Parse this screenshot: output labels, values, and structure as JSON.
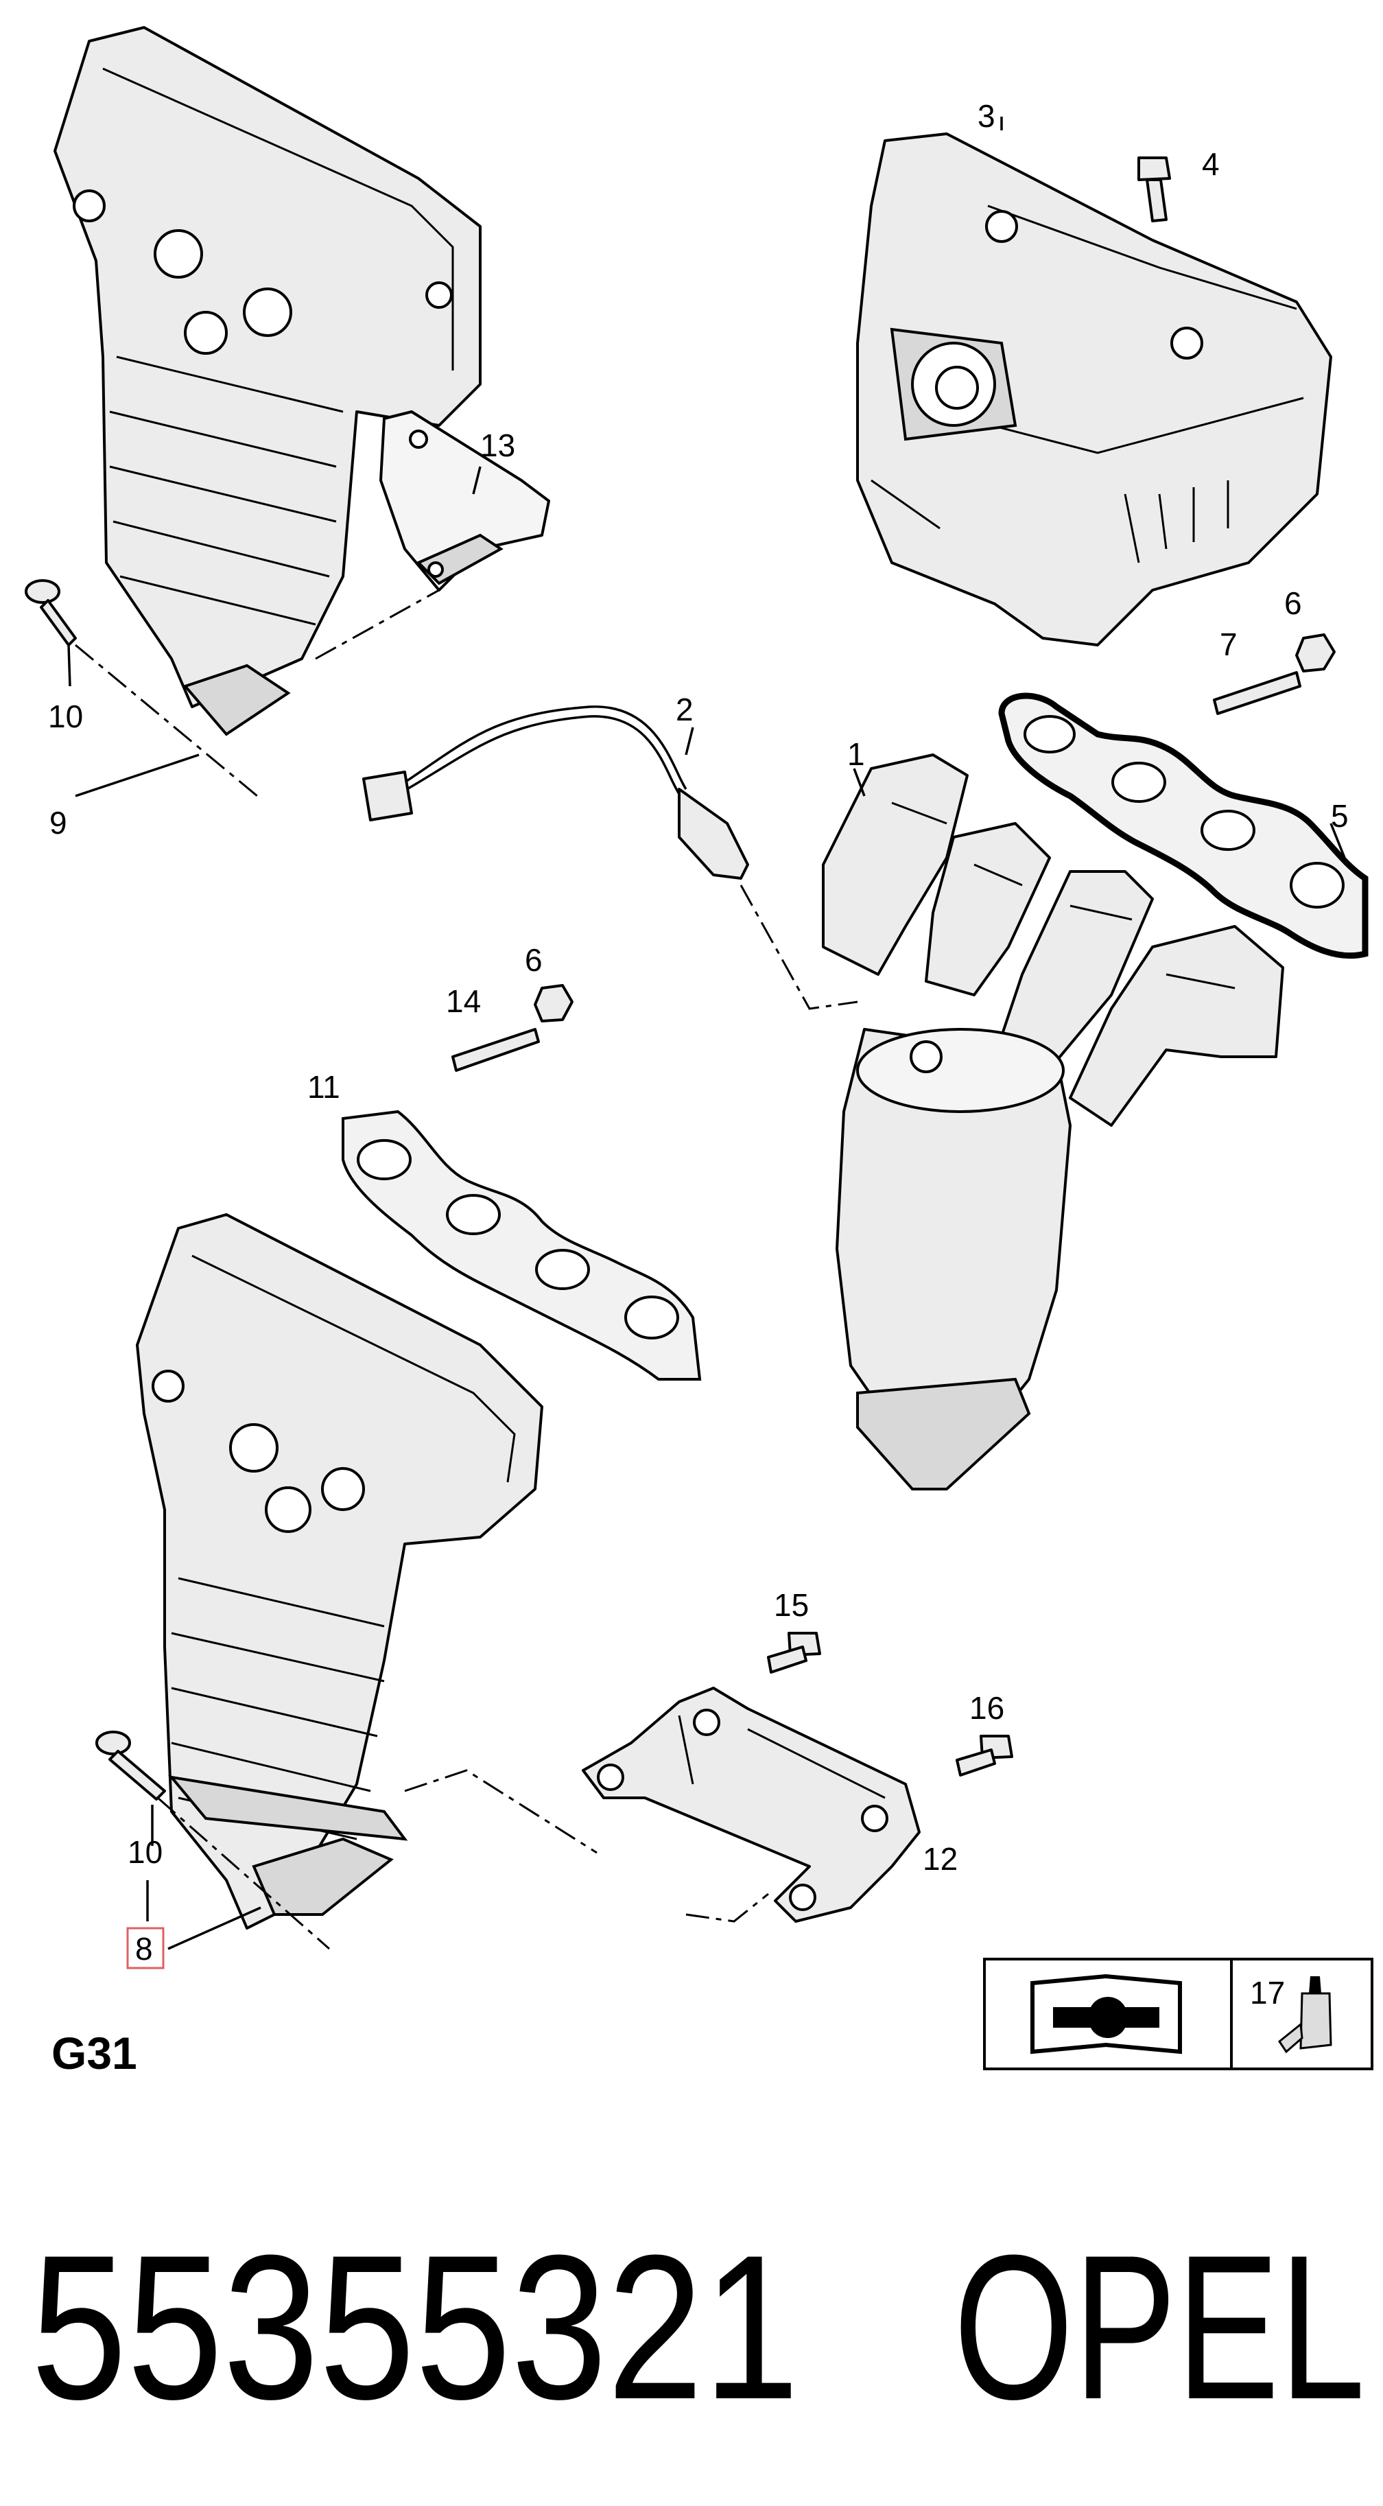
{
  "diagram": {
    "section_code": "G31",
    "part_number": "55355321",
    "brand": "OPEL",
    "highlighted_callout": "8",
    "callouts": [
      {
        "id": "c1",
        "label": "1"
      },
      {
        "id": "c2",
        "label": "2"
      },
      {
        "id": "c3",
        "label": "3"
      },
      {
        "id": "c4",
        "label": "4"
      },
      {
        "id": "c5",
        "label": "5"
      },
      {
        "id": "c6a",
        "label": "6"
      },
      {
        "id": "c6b",
        "label": "6"
      },
      {
        "id": "c7",
        "label": "7"
      },
      {
        "id": "c8",
        "label": "8"
      },
      {
        "id": "c9",
        "label": "9"
      },
      {
        "id": "c10a",
        "label": "10"
      },
      {
        "id": "c10b",
        "label": "10"
      },
      {
        "id": "c11",
        "label": "11"
      },
      {
        "id": "c12",
        "label": "12"
      },
      {
        "id": "c13",
        "label": "13"
      },
      {
        "id": "c14",
        "label": "14"
      },
      {
        "id": "c15",
        "label": "15"
      },
      {
        "id": "c16",
        "label": "16"
      },
      {
        "id": "c17",
        "label": "17"
      }
    ],
    "legend_box": {
      "icon": "manual-book-wrench-icon",
      "label": "17",
      "item_icon": "sealant-tube-icon"
    }
  }
}
